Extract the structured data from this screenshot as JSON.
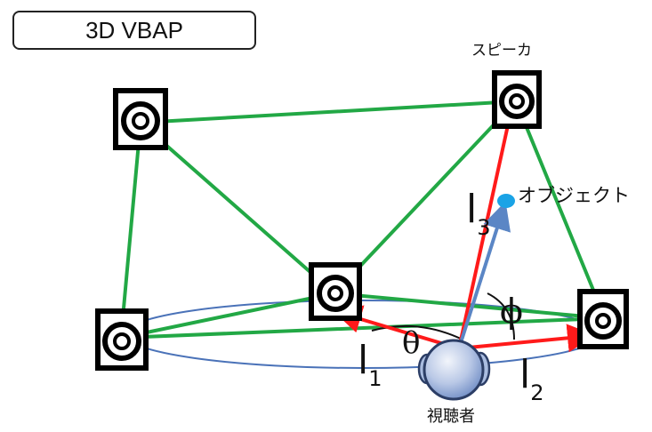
{
  "title": "3D VBAP",
  "labels": {
    "speaker": "スピーカ",
    "object": "オブジェクト",
    "listener": "視聴者",
    "theta": "θ",
    "phi": "ϕ",
    "l_letter": "l",
    "l1_sub": "1",
    "l2_sub": "2",
    "l3_sub": "3"
  },
  "colors": {
    "green": "#22a845",
    "red": "#ff1a1a",
    "blue_arrow": "#5b86c5",
    "ellipse": "#4a72b8",
    "object_dot": "#1aa3e6",
    "speaker": "#000000"
  },
  "icons": [
    "speaker-icon",
    "listener-head-icon",
    "object-dot-icon"
  ]
}
